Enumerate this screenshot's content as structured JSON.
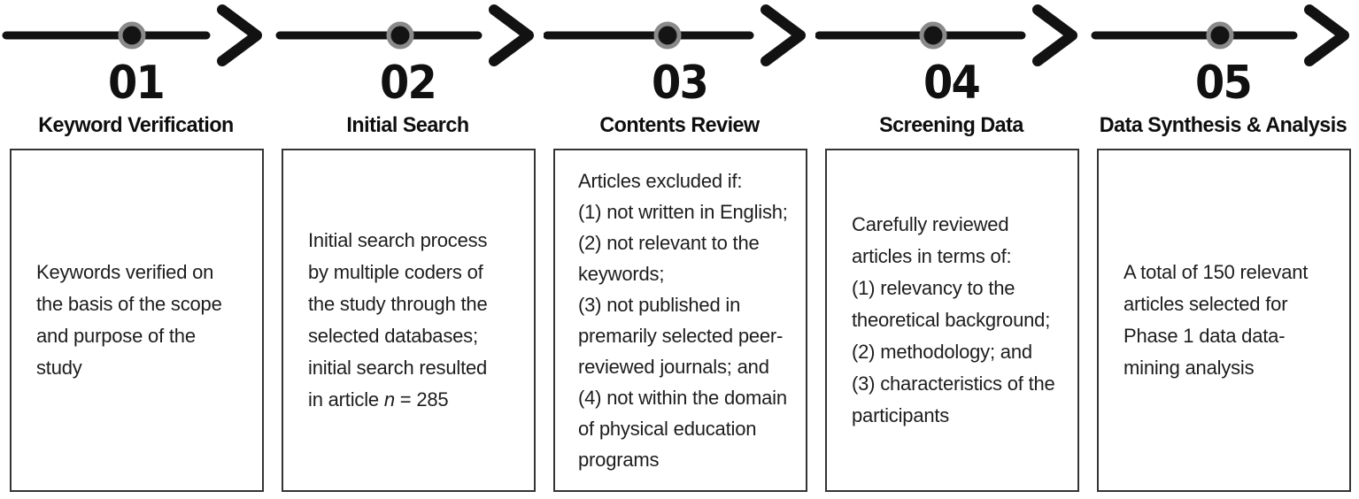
{
  "figure": {
    "colors": {
      "arrow": "#121212",
      "dot_fill": "#141414",
      "dot_ring": "#8a8a8a",
      "number_text": "#101010",
      "title_text": "#0e0e0e",
      "body_text": "#1d1d1d",
      "box_border": "#343434",
      "background": "#ffffff"
    },
    "steps": [
      {
        "number": "01",
        "title": "Keyword Verification",
        "body_lines": [
          "Keywords verified on",
          "the basis of the scope",
          "and purpose of the",
          "study"
        ]
      },
      {
        "number": "02",
        "title": "Initial Search",
        "body_lines": [
          "Initial search process",
          "by multiple coders of",
          "the study through the",
          "selected databases;",
          "initial search resulted"
        ],
        "last_line_pre": "in article ",
        "last_line_italic": "n",
        "last_line_post": " = 285"
      },
      {
        "number": "03",
        "title": "Contents Review",
        "body_lines": [
          "Articles excluded if:",
          "(1) not written in English;",
          "(2) not relevant to the",
          "keywords;",
          "(3) not published in",
          "premarily selected peer-",
          "reviewed journals; and",
          "(4) not within the domain",
          "of physical education",
          "programs"
        ]
      },
      {
        "number": "04",
        "title": "Screening Data",
        "body_lines": [
          "Carefully reviewed",
          "articles in terms of:",
          "(1) relevancy to the",
          "theoretical background;",
          "(2) methodology; and",
          "(3) characteristics of the",
          "participants"
        ]
      },
      {
        "number": "05",
        "title": "Data Synthesis & Analysis",
        "body_lines": [
          "A total of 150 relevant",
          "articles selected for",
          "Phase 1 data data-",
          "mining analysis"
        ]
      }
    ]
  }
}
